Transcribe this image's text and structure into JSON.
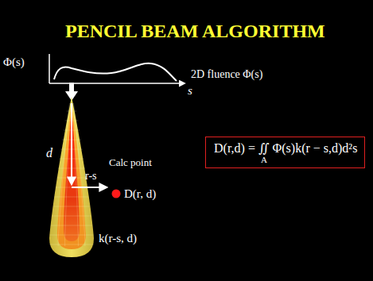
{
  "diagram": {
    "title": "PENCIL BEAM ALGORITHM",
    "nodes": [
      {
        "text": [
          "D(r,d) = ∬ Φ(s)k(r − s,d)d²s"
        ]
      }
    ],
    "labels": [
      "Φ(s)",
      "2D fluence Φ(s)",
      "s",
      "d",
      "r-s",
      "Calc point",
      "D(r, d)",
      "k(r-s, d)",
      "A"
    ]
  }
}
